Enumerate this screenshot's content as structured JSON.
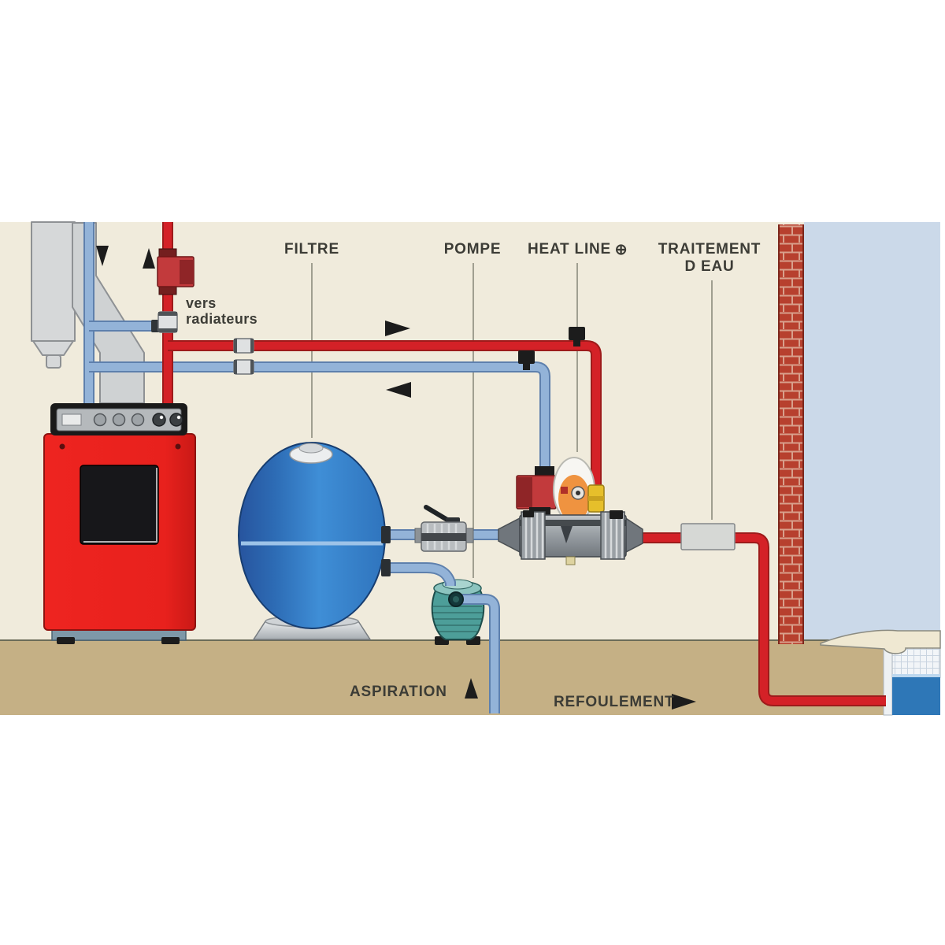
{
  "labels": {
    "filtre": "FILTRE",
    "pompe": "POMPE",
    "heat_line": "HEAT LINE",
    "heat_line_mark": "⊕",
    "traitement_1": "TRAITEMENT",
    "traitement_2": "D EAU",
    "vers_1": "vers",
    "vers_2": "radiateurs",
    "aspiration": "ASPIRATION",
    "refoulement": "REFOULEMENT"
  },
  "icons": {
    "flow_down": "down-arrow",
    "flow_up": "up-arrow",
    "flow_right": "right-arrow",
    "flow_left": "left-arrow"
  },
  "colors": {
    "beige": "#f0ebdc",
    "ground": "#c5b085",
    "ground_line": "#6b6b58",
    "sky": "#cbd9e9",
    "brick": "#b7402e",
    "mortar": "#d8a08c",
    "brick_edge": "#7c271c",
    "pipe_red": "#d42127",
    "pipe_red_dark": "#9e1b1b",
    "pipe_blue": "#93b3d8",
    "pipe_blue_dark": "#5e80ad",
    "boiler_red": "#e8211d",
    "boiler_dark": "#8d1310",
    "window": "#17171a",
    "plinth": "#7e98a8",
    "filter_blue": "#3f8ed6",
    "filter_dark": "#27549e",
    "band_blue": "#9dc3e8",
    "pump_teal": "#4d9e99",
    "pump_teal_dark": "#1e4d4b",
    "metal": "#b9bdc0",
    "metal_dark": "#4a4f53",
    "silver": "#dfe1e2",
    "water": "#2e77b7",
    "tile": "#f2f5f8",
    "tile_line": "#c9d4e0",
    "coping": "#efe8d2",
    "coping_line": "#8a8a80",
    "orange": "#ef9340",
    "yellow": "#e6bf2b",
    "circulator_red": "#c23a3c",
    "circulator_dark": "#8f2527",
    "black": "#1c1c1c",
    "chimney": "#d6d8d9",
    "chimney_dark": "#8e9194",
    "duct": "#cfd2d3",
    "label": "#3c3c36",
    "leader": "#8c8c7e"
  }
}
